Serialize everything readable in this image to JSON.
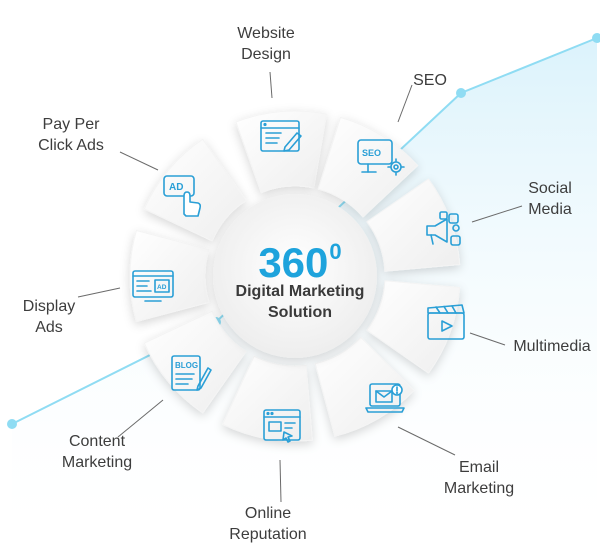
{
  "center": {
    "number": "360",
    "superscript": "0",
    "line1": "Digital Marketing",
    "line2": "Solution"
  },
  "services": [
    {
      "id": "website-design",
      "line1": "Website",
      "line2": "Design",
      "icon": "browser-edit-icon"
    },
    {
      "id": "seo",
      "line1": "SEO",
      "line2": "",
      "icon": "seo-gear-icon"
    },
    {
      "id": "social-media",
      "line1": "Social",
      "line2": "Media",
      "icon": "megaphone-social-icon"
    },
    {
      "id": "multimedia",
      "line1": "Multimedia",
      "line2": "",
      "icon": "clapperboard-icon"
    },
    {
      "id": "email-marketing",
      "line1": "Email",
      "line2": "Marketing",
      "icon": "laptop-email-icon"
    },
    {
      "id": "online-reputation",
      "line1": "Online",
      "line2": "Reputation",
      "icon": "browser-cursor-icon"
    },
    {
      "id": "content-marketing",
      "line1": "Content",
      "line2": "Marketing",
      "icon": "blog-pen-icon"
    },
    {
      "id": "display-ads",
      "line1": "Display",
      "line2": "Ads",
      "icon": "monitor-ad-icon"
    },
    {
      "id": "pay-per-click-ads",
      "line1": "Pay Per",
      "line2": "Click Ads",
      "icon": "ad-click-hand-icon"
    }
  ],
  "colors": {
    "accent": "#1ea3dc",
    "icon": "#2a9fd6",
    "label": "#3d3d3d",
    "line": "#8fdcf3"
  }
}
